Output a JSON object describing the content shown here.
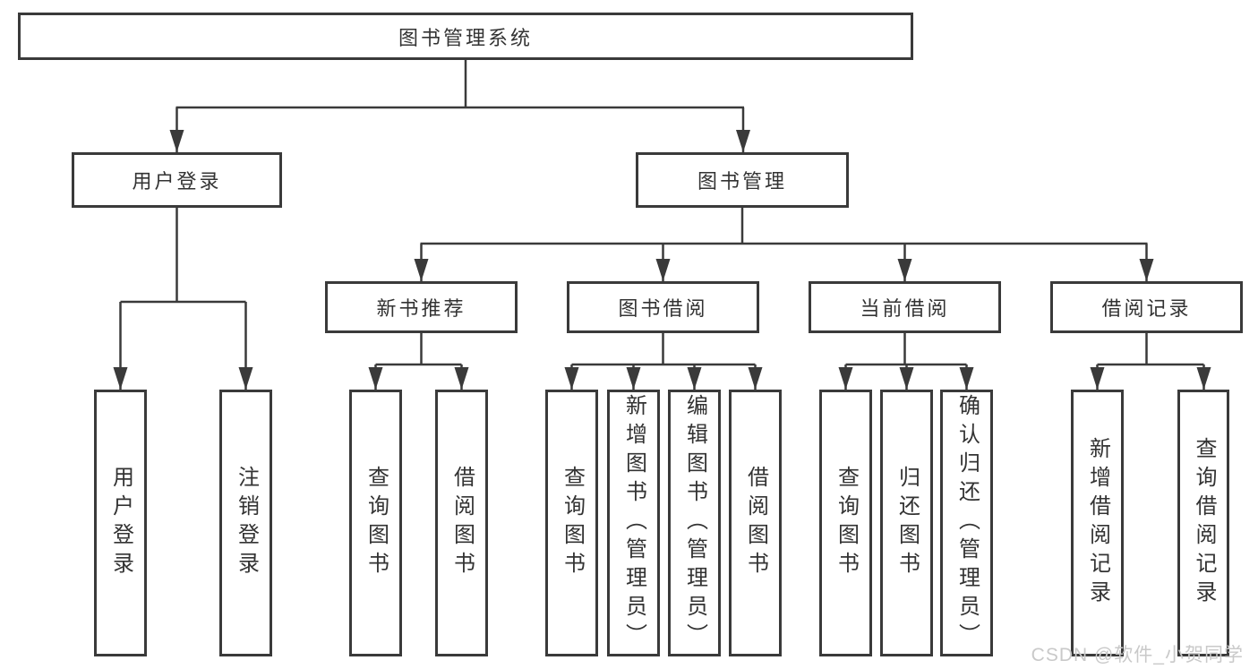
{
  "colors": {
    "line": "#3a3a3a",
    "text": "#333333",
    "background": "#ffffff",
    "watermark": "#c9c9c9"
  },
  "watermark": "CSDN @软件_小贺同学",
  "tree": {
    "label": "图书管理系统",
    "children": [
      {
        "label": "用户登录",
        "children": [
          {
            "label": "用户登录"
          },
          {
            "label": "注销登录"
          }
        ]
      },
      {
        "label": "图书管理",
        "children": [
          {
            "label": "新书推荐",
            "children": [
              {
                "label": "查询图书"
              },
              {
                "label": "借阅图书"
              }
            ]
          },
          {
            "label": "图书借阅",
            "children": [
              {
                "label": "查询图书"
              },
              {
                "label": "新增图书（管理员）"
              },
              {
                "label": "编辑图书（管理员）"
              },
              {
                "label": "借阅图书"
              }
            ]
          },
          {
            "label": "当前借阅",
            "children": [
              {
                "label": "查询图书"
              },
              {
                "label": "归还图书"
              },
              {
                "label": "确认归还（管理员）"
              }
            ]
          },
          {
            "label": "借阅记录",
            "children": [
              {
                "label": "新增借阅记录"
              },
              {
                "label": "查询借阅记录"
              }
            ]
          }
        ]
      }
    ]
  }
}
